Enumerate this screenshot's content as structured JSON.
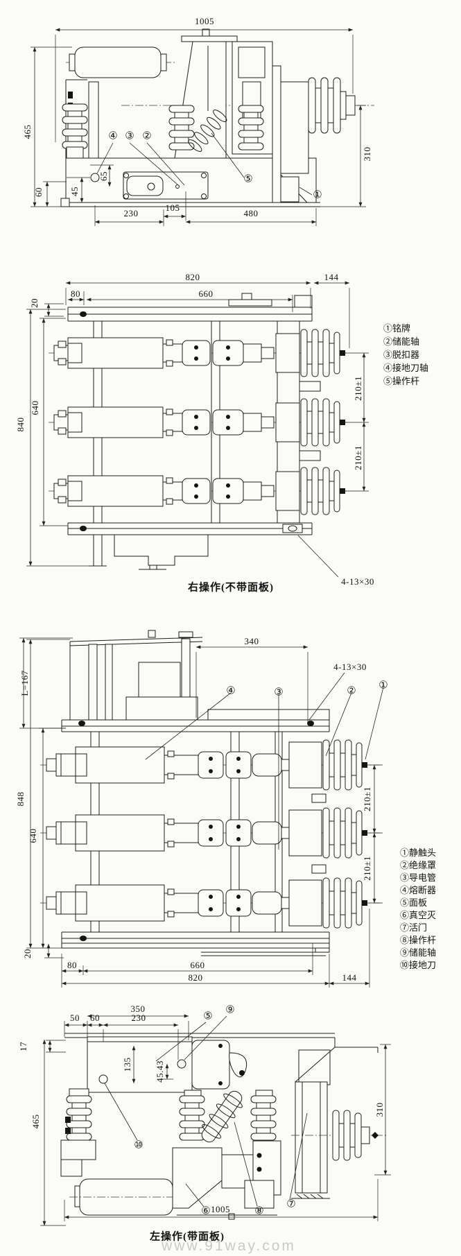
{
  "watermark": "www.91way.com",
  "view1": {
    "dims": {
      "d1005": "1005",
      "d465": "465",
      "d310": "310",
      "d60": "60",
      "d45": "45",
      "d65": "65",
      "d230": "230",
      "d105": "105",
      "d480": "480"
    },
    "callouts": [
      "①",
      "②",
      "③",
      "④",
      "⑤"
    ]
  },
  "view2": {
    "caption": "右操作(不带面板)",
    "dims": {
      "d820": "820",
      "d144": "144",
      "d80": "80",
      "d660": "660",
      "d20": "20",
      "d840": "840",
      "d640": "640",
      "d210a": "210±1",
      "d210b": "210±1",
      "note": "4-13×30"
    },
    "legend": [
      "①铭牌",
      "②储能轴",
      "③脱扣器",
      "④接地刀轴",
      "⑤操作杆"
    ]
  },
  "view3": {
    "dims": {
      "d340": "340",
      "dL": "L=167",
      "d848": "848",
      "d640": "640",
      "d20": "20",
      "d80": "80",
      "d660": "660",
      "d820": "820",
      "d144": "144",
      "d210a": "210±1",
      "d210b": "210±1",
      "note": "4-13×30"
    },
    "callouts": [
      "①",
      "②",
      "③",
      "④"
    ],
    "legend": [
      "①静触头",
      "②绝缘罩",
      "③导电管",
      "④熔断器",
      "⑤面板",
      "⑥真空灭",
      "⑦活门",
      "⑧操作杆",
      "⑨储能轴",
      "⑩接地刀"
    ]
  },
  "view4": {
    "caption": "左操作(带面板)",
    "dims": {
      "d350": "350",
      "d230": "230",
      "d50": "50",
      "d60": "60",
      "d17": "17",
      "d135": "135",
      "d4543": "45.43",
      "d465": "465",
      "d310": "310",
      "d1005": "1005"
    },
    "callouts": [
      "⑤",
      "⑥",
      "⑦",
      "⑧",
      "⑨",
      "⑩"
    ]
  }
}
